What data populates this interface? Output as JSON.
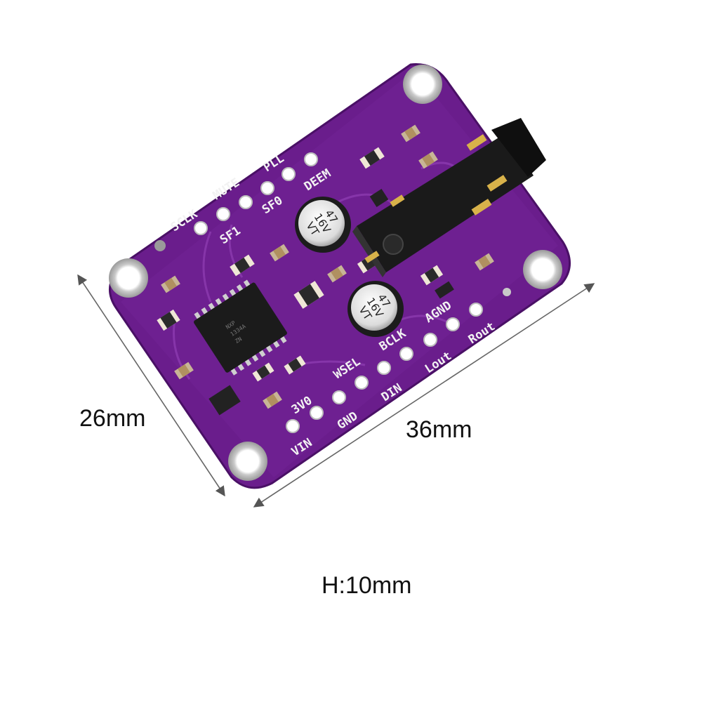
{
  "dimensions": {
    "width": "26mm",
    "length": "36mm",
    "height": "H:10mm"
  },
  "board": {
    "color": "#6a1d8c",
    "pin_labels": {
      "sclk": "SCLK",
      "mute": "MUTE",
      "pll": "PLL",
      "sf1": "SF1",
      "sf0": "SF0",
      "deem": "DEEM",
      "wsel": "WSEL",
      "bclk": "BCLK",
      "agnd": "AGND",
      "vo3": "3V0",
      "din": "DIN",
      "lout": "Lout",
      "rout": "Rout",
      "gnd": "GND",
      "vin": "VIN"
    },
    "capacitors": [
      {
        "line1": "47",
        "line2": "16V",
        "line3": "VT"
      },
      {
        "line1": "47",
        "line2": "16V",
        "line3": "VT"
      }
    ],
    "chip_marking": {
      "line1": "NXP",
      "line2": "1334A",
      "line3": "ZN"
    }
  }
}
